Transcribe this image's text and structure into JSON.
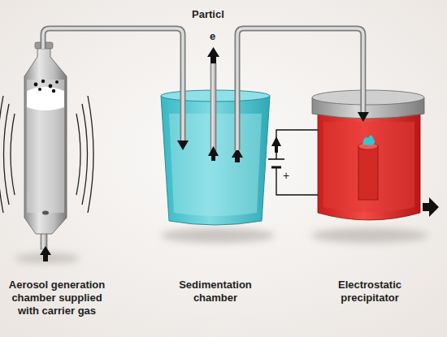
{
  "diagram": {
    "nodes": [
      {
        "text": [
          "Aerosol generation chamber supplied with carrier gas"
        ]
      },
      {
        "text": [
          "Sedimentation chamber"
        ]
      },
      {
        "text": [
          "Electrostatic precipitator"
        ]
      }
    ],
    "edges": [
      {
        "from": 0,
        "to": 1,
        "arrow": "to"
      },
      {
        "from": 1,
        "to": 2,
        "arrow": "to"
      }
    ],
    "labels": [
      "Particl",
      "e",
      "+"
    ]
  }
}
